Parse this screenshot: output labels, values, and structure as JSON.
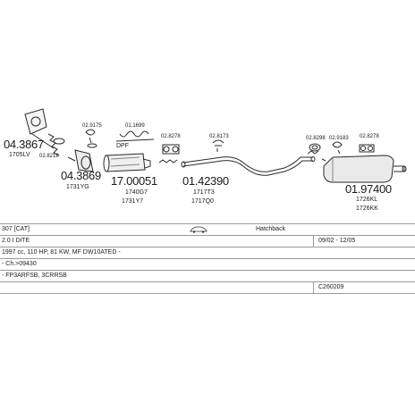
{
  "parts": {
    "p1": "04.3867",
    "p1_sub": "1705LV",
    "p2": "02.8218",
    "p3": "04.3869",
    "p3_sub": "1731YG",
    "p4": "02.9175",
    "p5": "01.1699",
    "p6": "02.8278",
    "p7": "17.00051",
    "p7_sub1": "1740G7",
    "p7_sub2": "1731Y7",
    "p8": "01.42390",
    "p8_sub1": "1717T3",
    "p8_sub2": "1717Q0",
    "p9": "02.8173",
    "p10": "02.8298",
    "p11": "02.9183",
    "p12": "02.8278",
    "p13": "01.97400",
    "p13_sub1": "1726KL",
    "p13_sub2": "1726KK",
    "dpf_label": "DPF"
  },
  "info": {
    "model": "307 [CAT]",
    "body_type": "Hatchback",
    "engine": "2.0 I DiTE",
    "years": "09/02 - 12/05",
    "spec": "1997 cc, 110 HP, 81 KW, MF DW10ATED -",
    "chassis": "- Ch.>09430",
    "options": "- FP3ARFSB, 3CRRSB",
    "code": "C260209"
  },
  "colors": {
    "line": "#2a2a2a",
    "grid": "#9a9a9a"
  }
}
